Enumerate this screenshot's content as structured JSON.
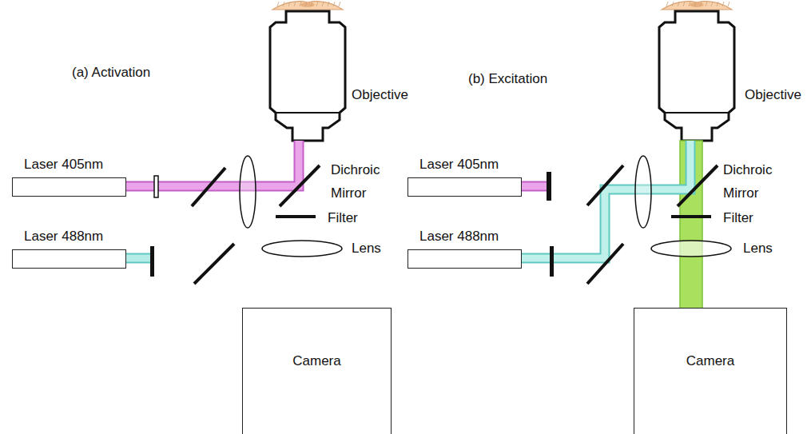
{
  "diagram": {
    "nodes": [
      {
        "text": [
          "Laser 405nm"
        ]
      },
      {
        "text": [
          "Laser 488nm"
        ]
      },
      {
        "text": [
          "Camera"
        ]
      },
      {
        "text": [
          "Laser 405nm"
        ]
      },
      {
        "text": [
          "Laser 488nm"
        ]
      },
      {
        "text": [
          "Camera"
        ]
      }
    ],
    "labels": [
      "(a) Activation",
      "Objective",
      "Dichroic Mirror",
      "Filter",
      "Lens",
      "(b) Excitation",
      "Objective",
      "Dichroic Mirror",
      "Filter",
      "Lens"
    ]
  }
}
